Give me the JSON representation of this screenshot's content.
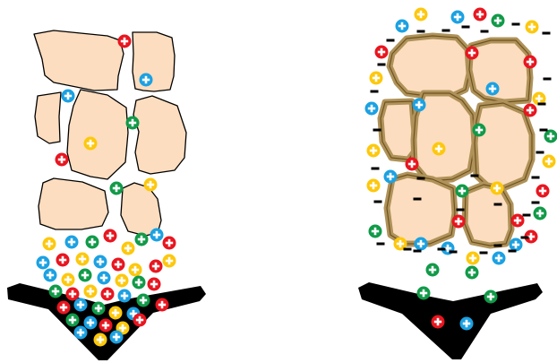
{
  "colors": {
    "stone_fill": "#FCDDBF",
    "coat_fill": "#AF9259",
    "coat_stroke": "#6E5321",
    "outline": "#000000",
    "red": "#E8151F",
    "blue": "#1BA1E2",
    "green": "#109A48",
    "yellow": "#FDC80C",
    "background": "#FFFFFF"
  },
  "icons": {
    "cation": "plus-ion-icon",
    "anion": "minus-sign-icon",
    "grain": "soil-particle",
    "receptacle": "funnel-icon"
  },
  "panels": [
    {
      "name": "left-panel",
      "particles_coated": false,
      "negative_charges_shown": false
    },
    {
      "name": "right-panel",
      "particles_coated": true,
      "negative_charges_shown": true
    }
  ]
}
